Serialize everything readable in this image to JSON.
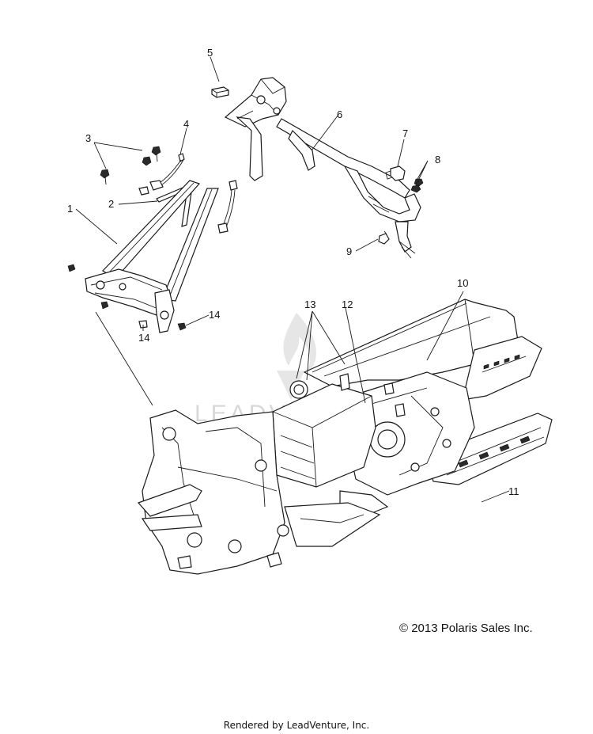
{
  "diagram": {
    "callouts": [
      "1",
      "2",
      "3",
      "4",
      "5",
      "6",
      "7",
      "8",
      "9",
      "10",
      "11",
      "12",
      "13",
      "14",
      "14"
    ],
    "watermark": "LEADVENTURE",
    "copyright": "© 2013 Polaris Sales Inc.",
    "rendered_by": "Rendered by LeadVenture, Inc."
  }
}
